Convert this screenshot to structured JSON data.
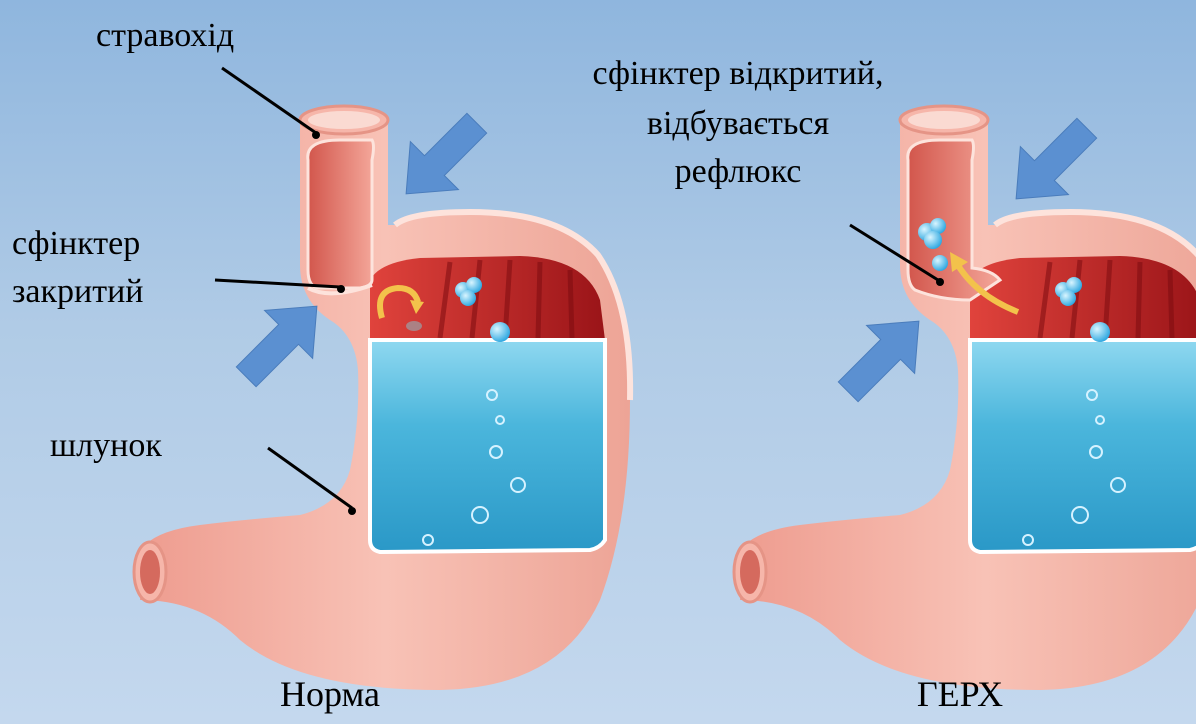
{
  "labels": {
    "esophagus": "стравохід",
    "sphincter_closed_line1": "сфінктер",
    "sphincter_closed_line2": "закритий",
    "stomach": "шлунок",
    "sphincter_open_line1": "сфінктер відкритий,",
    "sphincter_open_line2": "відбувається",
    "sphincter_open_line3": "рефлюкс"
  },
  "captions": {
    "left": "Норма",
    "right": "ГЕРХ"
  },
  "colors": {
    "background_top": "#8fb6de",
    "background_bottom": "#c4d8ee",
    "stomach_wall": "#f5b2a6",
    "stomach_inner": "#c2211f",
    "gastric_fluid": "#49b7dc",
    "pressure_arrow": "#5b90d1",
    "reflux_arrow": "#f3c24b"
  }
}
